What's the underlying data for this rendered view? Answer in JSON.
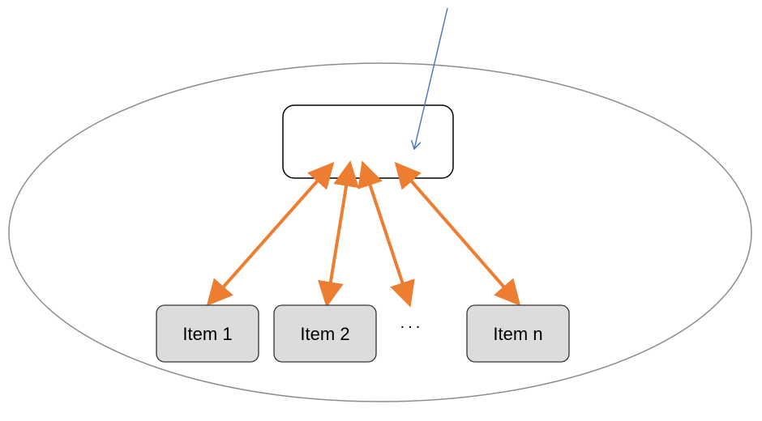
{
  "items": [
    {
      "label": "Item 1"
    },
    {
      "label": "Item 2"
    },
    {
      "label": "Item n"
    }
  ],
  "ellipsis": "...",
  "colors": {
    "background": "#ffffff",
    "ellipse_stroke": "#8c8c8c",
    "hub_fill": "#ffffff",
    "hub_stroke": "#000000",
    "item_fill": "#dcdcdc",
    "item_stroke": "#333333",
    "connector": "#ed7d31",
    "input_arrow": "#4472c4"
  }
}
